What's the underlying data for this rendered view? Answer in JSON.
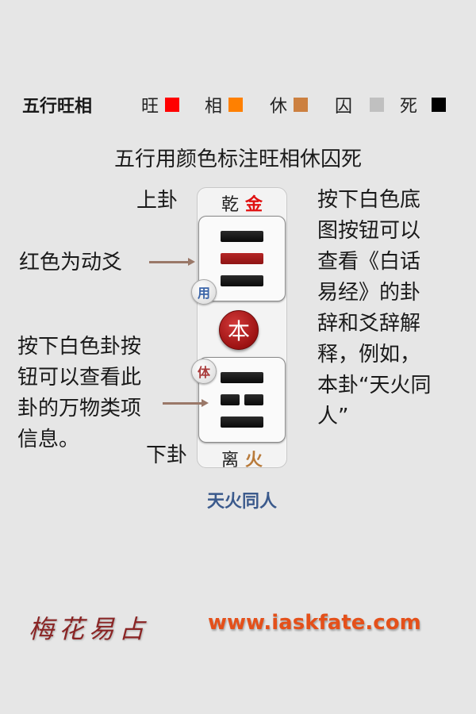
{
  "legend": {
    "title": "五行旺相",
    "items": [
      {
        "label": "旺",
        "color": "#ff0000"
      },
      {
        "label": "相",
        "color": "#ff8000"
      },
      {
        "label": "休",
        "color": "#cc8040"
      },
      {
        "label": "囚",
        "color": "#c0c0c0"
      },
      {
        "label": "死",
        "color": "#000000"
      }
    ]
  },
  "subtitle": "五行用颜色标注旺相休囚死",
  "upper": {
    "side_label": "上卦",
    "name": "乾",
    "element": "金",
    "element_color": "#e01010",
    "badge": "用",
    "lines": [
      "yang",
      "moving",
      "yang"
    ]
  },
  "center_button": "本",
  "lower": {
    "side_label": "下卦",
    "name": "离",
    "element": "火",
    "element_color": "#b87a3a",
    "badge": "体",
    "lines": [
      "yang",
      "yin",
      "yang"
    ]
  },
  "hexagram_name": "天火同人",
  "callouts": {
    "moving_line": "红色为动爻",
    "trigram_button": [
      "按下白色卦按",
      "钮可以查看此",
      "卦的万物类项",
      "信息。"
    ],
    "background_button": [
      "按下白色底",
      "图按钮可以",
      "查看《白话",
      "易经》的卦",
      "辞和爻辞解",
      "释，例如，",
      "本卦“天火同",
      "人”"
    ]
  },
  "footer": {
    "brand": "梅花易占",
    "url": "www.iaskfate.com"
  }
}
